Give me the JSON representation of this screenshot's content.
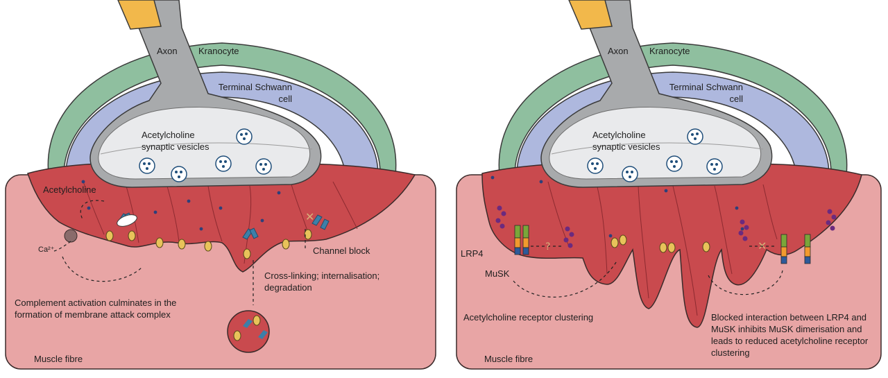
{
  "left_panel": {
    "axon": "Axon",
    "kranocyte": "Kranocyte",
    "schwann": "Terminal Schwann cell",
    "vesicles": "Acetylcholine synaptic vesicles",
    "acetylcholine": "Acetylcholine",
    "calcium": "Ca²⁺",
    "channel_block": "Channel block",
    "crosslinking": "Cross-linking; internalisation; degradation",
    "complement": "Complement activation culminates in the formation of membrane attack complex",
    "muscle": "Muscle fibre"
  },
  "right_panel": {
    "axon": "Axon",
    "kranocyte": "Kranocyte",
    "schwann": "Terminal Schwann cell",
    "vesicles": "Acetylcholine synaptic vesicles",
    "lrp4": "LRP4",
    "musk": "MuSK",
    "question": "?",
    "clustering": "Acetylcholine receptor clustering",
    "blocked": "Blocked interaction between LRP4 and MuSK inhibits MuSK dimerisation and leads to reduced acetylcholine receptor clustering",
    "muscle": "Muscle fibre"
  },
  "colors": {
    "muscle_fill": "#e8a5a5",
    "endplate_fill": "#c94a4e",
    "axon_fill": "#a8aaac",
    "vesicle_area_fill": "#e9eaec",
    "schwann_fill": "#aeb8de",
    "kranocyte_fill": "#8fbf9f",
    "axon_stem_fill": "#f2b84b",
    "receptor_yellow": "#e8c35a",
    "antibody_blue": "#3d7fa8",
    "musk_orange": "#f29a2e",
    "lrp4_purple": "#6b2a7e"
  }
}
